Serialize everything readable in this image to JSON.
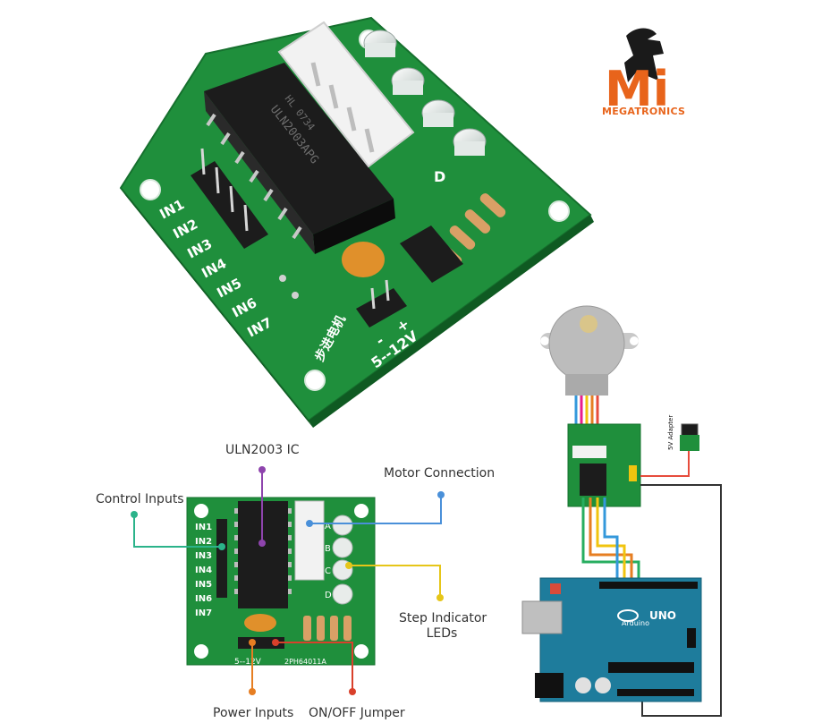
{
  "brand": {
    "logo_letters": "Mi",
    "name": "MEGATRONICS",
    "color": "#e8641b"
  },
  "board": {
    "inputs": [
      "IN1",
      "IN2",
      "IN3",
      "IN4",
      "IN5",
      "IN6",
      "IN7"
    ],
    "leds": [
      "A",
      "B",
      "C",
      "D"
    ],
    "chip_text": [
      "ULN2003APG",
      "HL 0734"
    ],
    "power_label": "5--12V",
    "power_marks": [
      "-",
      "+"
    ],
    "chinese_text": "步进电机",
    "pcb_code": "2PH64011A",
    "pcb_color": "#1f8f3c"
  },
  "callouts": {
    "ic": "ULN2003 IC",
    "control": "Control Inputs",
    "motor": "Motor Connection",
    "leds_line1": "Step Indicator",
    "leds_line2": "LEDs",
    "power": "Power Inputs",
    "jumper": "ON/OFF Jumper"
  },
  "callout_colors": {
    "ic": "#8e44ad",
    "control": "#2bb38a",
    "motor": "#4a90d9",
    "leds": "#e6c619",
    "power": "#e67e22",
    "jumper": "#d9402b"
  },
  "wiring": {
    "adapter_label": "5V Adapter",
    "arduino_logo": "Arduino",
    "arduino_model": "UNO",
    "wire_colors": [
      "#e74c3c",
      "#f1c40f",
      "#8e44ad",
      "#3498db",
      "#e67e22",
      "#27ae60",
      "#222222"
    ]
  }
}
